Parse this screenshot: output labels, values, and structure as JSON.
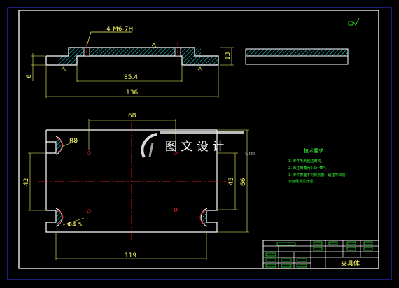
{
  "drawing": {
    "callout_hole": "4-M6-7H",
    "dimensions": {
      "front_base_width": "85.4",
      "front_total_width": "136",
      "left_small": "6",
      "right_height": "13",
      "top_center": "68",
      "left_arc": "R8",
      "left_height": "42",
      "right_inner": "45",
      "right_outer": "66",
      "bottom_small": "Φ4.5",
      "bottom_width": "119"
    },
    "tech_requirements": {
      "title": "技术要求",
      "items": [
        "1. 零件毛刺锐边倒钝。",
        "2. 未注倒角为0.5×45°。",
        "3. 零件表面不得有划痕、磕碰等缺陷，",
        "   表面经发黑处理。"
      ]
    },
    "title_block": {
      "part_name": "夹具体"
    },
    "watermark": {
      "cn": "图 文 设 计",
      "suffix": "om"
    }
  },
  "colors": {
    "background": "#000000",
    "outline": "#ffffff",
    "dimension": "#ffff66",
    "centerline": "#ff2020",
    "hatch": "#2ad0d0",
    "notes": "#33ff33",
    "frame": "#4a4aff"
  }
}
